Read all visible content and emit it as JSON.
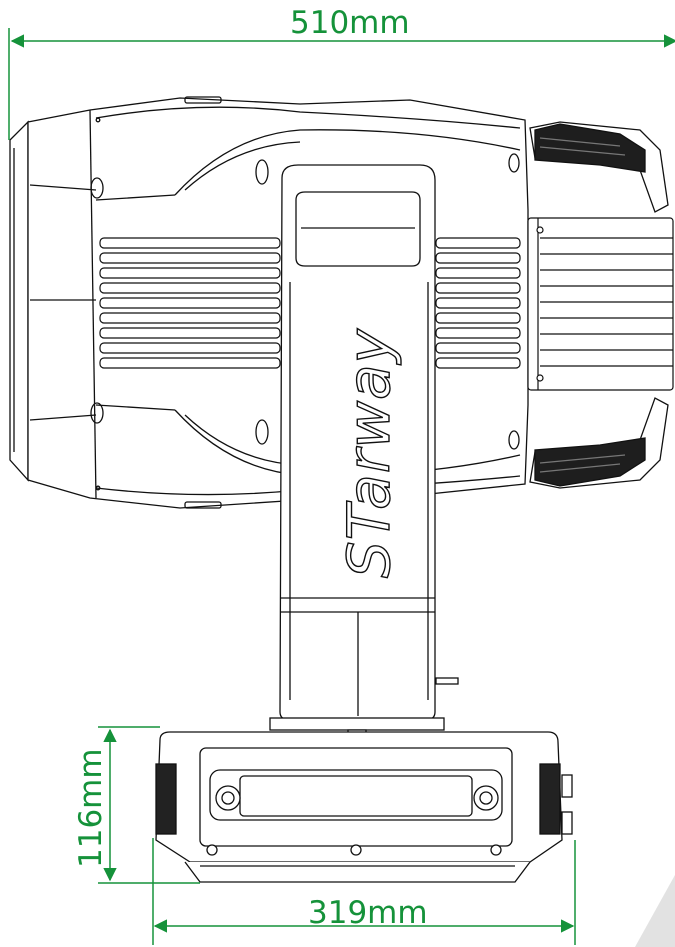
{
  "dimensions": {
    "width_label": "510mm",
    "height_label": "116mm",
    "base_width_label": "319mm"
  },
  "branding": {
    "logo_text": "STarway"
  },
  "colors": {
    "dimension_lines": "#15923a",
    "outline": "#111111",
    "background": "#ffffff"
  }
}
